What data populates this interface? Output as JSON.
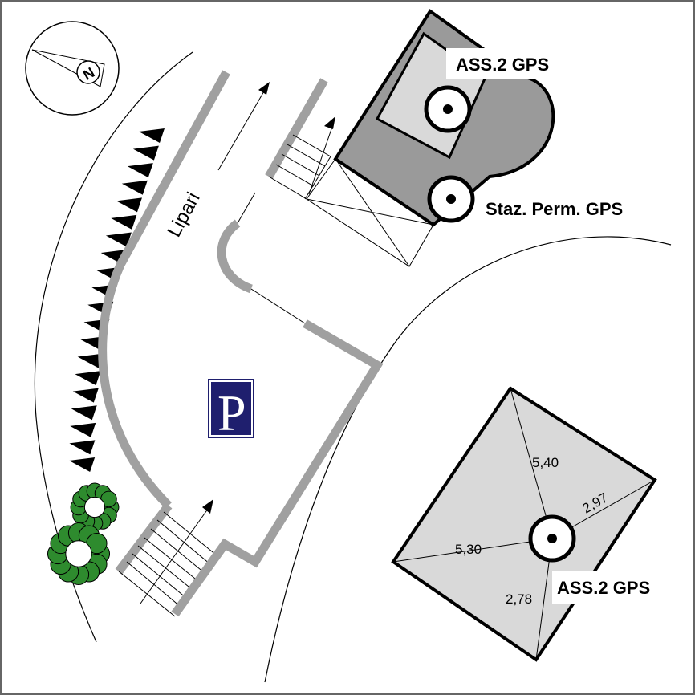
{
  "map": {
    "street_name": "Lipari",
    "parking_symbol": "P",
    "labels": {
      "station_top": "ASS.2 GPS",
      "station_permanent": "Staz. Perm. GPS",
      "station_bottom": "ASS.2 GPS"
    },
    "distances": {
      "d1": "5,40",
      "d2": "2,97",
      "d3": "5,30",
      "d4": "2,78"
    },
    "compass": {
      "letter": "N"
    },
    "colors": {
      "building_dark": "#9a9a9a",
      "building_light": "#d9d9d9",
      "wall": "#a0a0a0",
      "parking_blue": "#1f1f6e",
      "tree_green": "#2e8b2e",
      "outline": "#000000"
    }
  }
}
